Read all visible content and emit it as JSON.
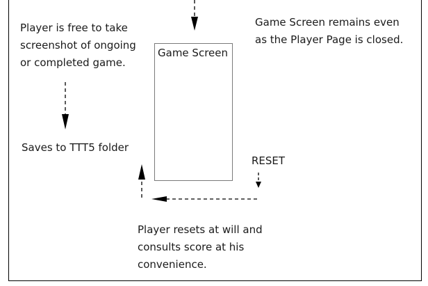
{
  "notes": {
    "screenshot_note": [
      "Player is free to take",
      "screenshot of ongoing",
      "or completed game."
    ],
    "persist_note": [
      "Game Screen remains even",
      "as the Player Page is closed."
    ],
    "saves_label": "Saves to TTT5 folder",
    "reset_label": "RESET",
    "reset_note": [
      "Player resets at will and",
      "consults score at his",
      "convenience."
    ]
  },
  "game_screen": {
    "label": "Game Screen"
  },
  "colors": {
    "line": "#000000",
    "box_border": "#7a7a7a",
    "text": "#1a1a1a"
  }
}
